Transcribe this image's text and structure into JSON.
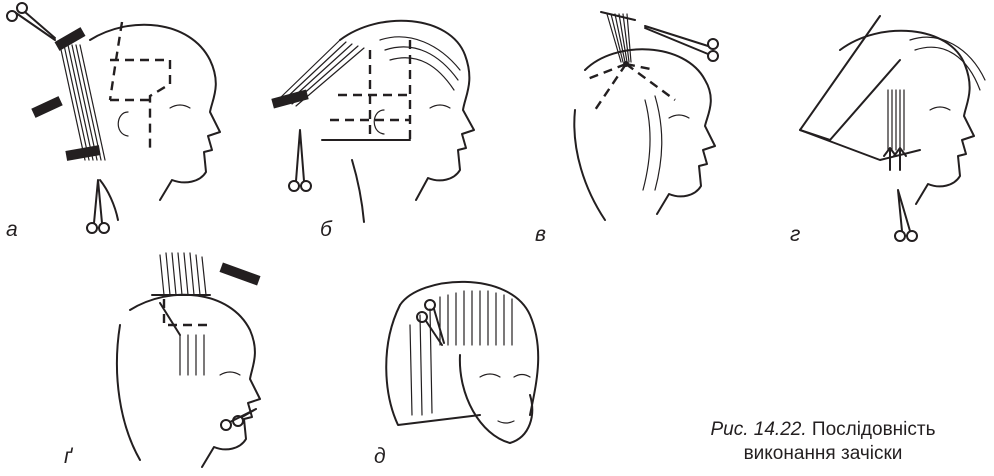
{
  "panels": [
    {
      "label": "а"
    },
    {
      "label": "б"
    },
    {
      "label": "в"
    },
    {
      "label": "г"
    },
    {
      "label": "ґ"
    },
    {
      "label": "д"
    }
  ],
  "caption": {
    "figure_ref": "Рис. 14.22.",
    "title_line1": "Послідовність",
    "title_line2": "виконання зачіски"
  },
  "colors": {
    "ink": "#231f20",
    "background": "#ffffff"
  }
}
